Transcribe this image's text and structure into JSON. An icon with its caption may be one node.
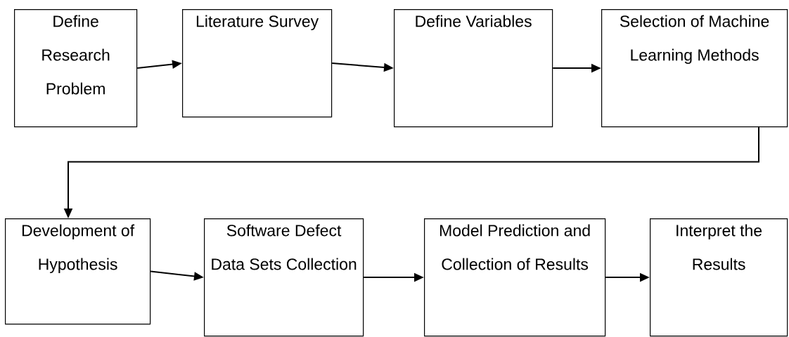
{
  "diagram": {
    "nodes": [
      {
        "text": [
          "Define Research Problem"
        ]
      },
      {
        "text": [
          "Literature Survey"
        ]
      },
      {
        "text": [
          "Define Variables"
        ]
      },
      {
        "text": [
          "Selection of Machine Learning Methods"
        ]
      },
      {
        "text": [
          "Development of Hypothesis"
        ]
      },
      {
        "text": [
          "Software Defect Data Sets Collection"
        ]
      },
      {
        "text": [
          "Model Prediction and Collection of Results"
        ]
      },
      {
        "text": [
          "Interpret the Results"
        ]
      }
    ],
    "edges": [
      {
        "from": 0,
        "to": 1,
        "arrow": "to"
      },
      {
        "from": 1,
        "to": 2,
        "arrow": "to"
      },
      {
        "from": 2,
        "to": 3,
        "arrow": "to"
      },
      {
        "from": 3,
        "to": 4,
        "arrow": "to"
      },
      {
        "from": 4,
        "to": 5,
        "arrow": "to"
      },
      {
        "from": 5,
        "to": 6,
        "arrow": "to"
      },
      {
        "from": 6,
        "to": 7,
        "arrow": "to"
      }
    ]
  }
}
